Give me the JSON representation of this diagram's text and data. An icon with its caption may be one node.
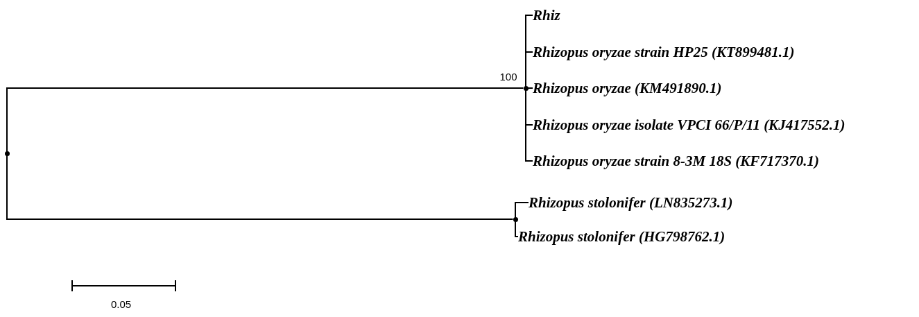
{
  "diagram": {
    "nodes": [
      {
        "text": [],
        "shape": "point"
      },
      {
        "text": [],
        "shape": "point",
        "beside": [
          "100"
        ]
      },
      {
        "text": [
          "Rhiz"
        ]
      },
      {
        "text": [
          "Rhizopus oryzae strain HP25 (KT899481.1)"
        ]
      },
      {
        "text": [
          "Rhizopus oryzae (KM491890.1)"
        ]
      },
      {
        "text": [
          "Rhizopus oryzae isolate VPCI 66/P/11 (KJ417552.1)"
        ]
      },
      {
        "text": [
          "Rhizopus oryzae strain 8-3M 18S (KF717370.1)"
        ]
      },
      {
        "text": [],
        "shape": "point"
      },
      {
        "text": [
          "Rhizopus stolonifer (LN835273.1)"
        ]
      },
      {
        "text": [
          "Rhizopus stolonifer (HG798762.1)"
        ]
      }
    ],
    "edges": [
      {
        "from": 0,
        "to": 1,
        "arrow": "none"
      },
      {
        "from": 0,
        "to": 7,
        "arrow": "none"
      },
      {
        "from": 1,
        "to": 2,
        "arrow": "none"
      },
      {
        "from": 1,
        "to": 3,
        "arrow": "none"
      },
      {
        "from": 1,
        "to": 4,
        "arrow": "none"
      },
      {
        "from": 1,
        "to": 5,
        "arrow": "none"
      },
      {
        "from": 1,
        "to": 6,
        "arrow": "none"
      },
      {
        "from": 7,
        "to": 8,
        "arrow": "none"
      },
      {
        "from": 7,
        "to": 9,
        "arrow": "none"
      }
    ],
    "labels": [
      "0.05"
    ]
  }
}
